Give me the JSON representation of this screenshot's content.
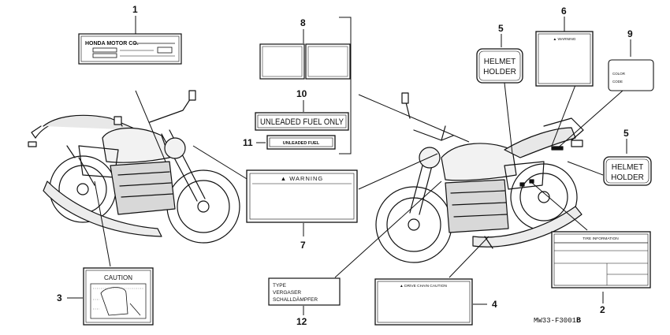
{
  "callouts": {
    "c1": "1",
    "c2": "2",
    "c3": "3",
    "c4": "4",
    "c5a": "5",
    "c5b": "5",
    "c6": "6",
    "c7": "7",
    "c8": "8",
    "c9": "9",
    "c10": "10",
    "c11": "11",
    "c12": "12"
  },
  "labels": {
    "honda_motor": "HONDA MOTOR CO.",
    "caution": "CAUTION",
    "unleaded_large": "UNLEADED FUEL ONLY",
    "unleaded_small": "UNLEADED FUEL",
    "warning_large": "▲ WARNING",
    "warning_small": "▲ WARNING",
    "helmet_line1": "HELMET",
    "helmet_line2": "HOLDER",
    "color": "COLOR",
    "code": "CODE",
    "type": "TYPE",
    "vergaser": "VERGASER",
    "schalldampfer": "SCHALLDÄMPFER",
    "drive_chain": "▲ DRIVE CHAIN CAUTION",
    "tire_info": "TIRE   INFORMATION"
  },
  "diagram_code": "MW33-F3001",
  "diagram_code_suffix": "B"
}
